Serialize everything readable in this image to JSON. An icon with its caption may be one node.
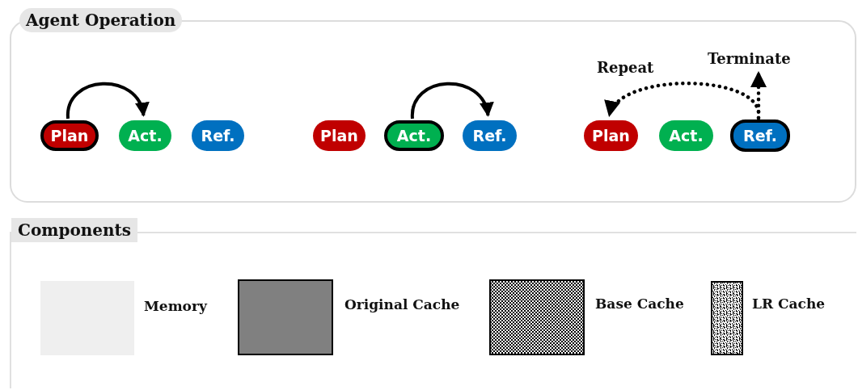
{
  "diagram": {
    "nodes": [
      {
        "text": [
          "Agent Operation"
        ]
      },
      {
        "text": [
          "Plan"
        ],
        "in": 0
      },
      {
        "text": [
          "Act."
        ],
        "in": 0
      },
      {
        "text": [
          "Ref."
        ],
        "in": 0
      },
      {
        "text": [
          "Plan"
        ],
        "in": 0
      },
      {
        "text": [
          "Act."
        ],
        "in": 0
      },
      {
        "text": [
          "Ref."
        ],
        "in": 0
      },
      {
        "text": [
          "Plan"
        ],
        "in": 0
      },
      {
        "text": [
          "Act."
        ],
        "in": 0
      },
      {
        "text": [
          "Ref."
        ],
        "in": 0
      },
      {
        "text": [
          "Terminate"
        ],
        "in": 0
      },
      {
        "text": [
          "Components"
        ]
      }
    ],
    "edges": [
      {
        "from": 1,
        "to": 2,
        "arrow": "to"
      },
      {
        "from": 5,
        "to": 6,
        "arrow": "to"
      },
      {
        "from": 9,
        "to": 7,
        "arrow": "to",
        "label": "Repeat",
        "style": "dashed"
      },
      {
        "from": 9,
        "to": 10,
        "arrow": "to",
        "style": "dashed"
      }
    ],
    "legend": [
      {
        "text": "Memory",
        "color": "#efefef"
      },
      {
        "text": "Original Cache",
        "color": "#808080"
      },
      {
        "text": "Base Cache"
      },
      {
        "text": "LR Cache"
      }
    ]
  }
}
